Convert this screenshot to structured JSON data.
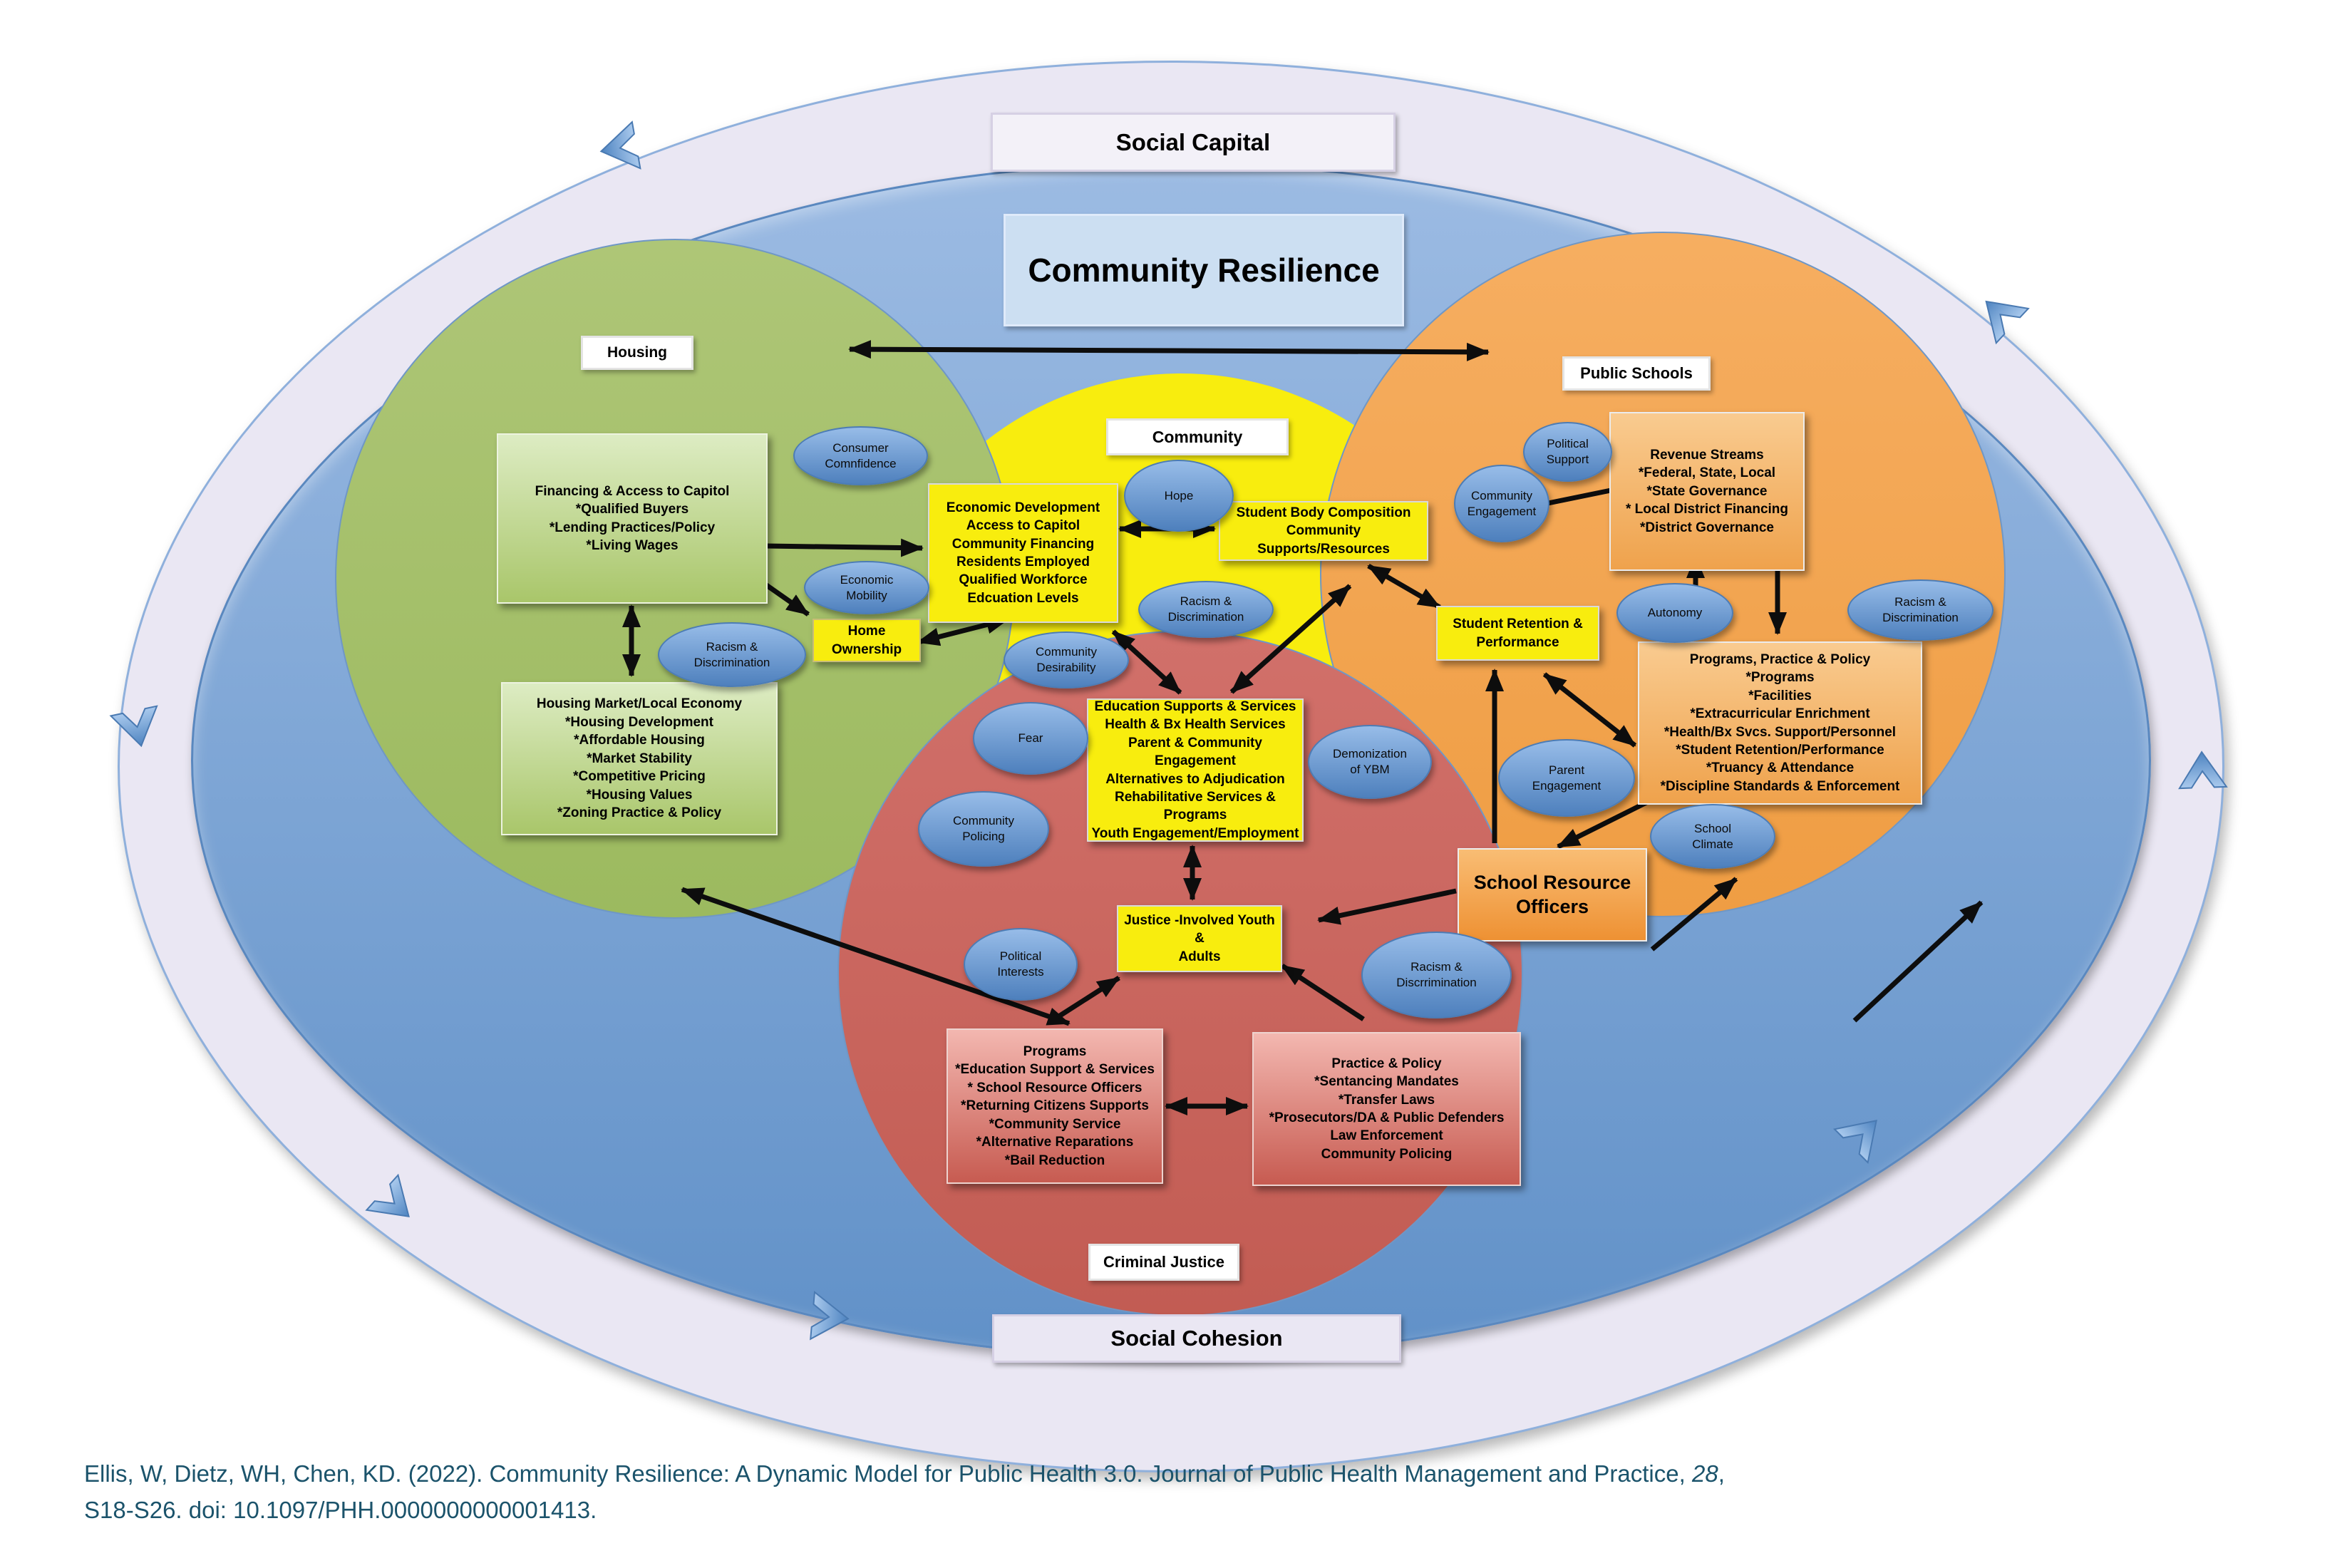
{
  "colors": {
    "ring": "#eae7f3",
    "inner_ellipse": "#6f9fd3",
    "housing_circle": "#a5c16c",
    "schools_circle": "#f3a556",
    "justice_circle": "#cc675e",
    "community_circle": "#f8ed0e",
    "node_ellipse": "#6f9fd8",
    "title_box": "#ccdff2",
    "citation_text": "#1b536b",
    "arrow": "#0d0d0d"
  },
  "outer": {
    "social_capital": "Social Capital",
    "social_cohesion": "Social Cohesion"
  },
  "title": "Community Resilience",
  "region_labels": {
    "housing": "Housing",
    "public_schools": "Public Schools",
    "community": "Community",
    "criminal_justice": "Criminal Justice"
  },
  "boxes": {
    "financing": {
      "lines": [
        "Financing & Access to Capitol",
        "*Qualified Buyers",
        "*Lending Practices/Policy",
        "*Living Wages"
      ]
    },
    "housing_market": {
      "lines": [
        "Housing Market/Local Economy",
        "*Housing Development",
        "*Affordable Housing",
        "*Market Stability",
        "*Competitive Pricing",
        "*Housing Values",
        "*Zoning Practice & Policy"
      ]
    },
    "econ_dev": {
      "lines": [
        "Economic Development",
        "Access to Capitol",
        "Community Financing",
        "Residents Employed",
        "Qualified Workforce",
        "Edcuation Levels"
      ]
    },
    "home_ownership": {
      "lines": [
        "Home",
        "Ownership"
      ]
    },
    "student_body": {
      "lines": [
        "Student Body Composition",
        "Community Supports/Resources"
      ]
    },
    "student_retention": {
      "lines": [
        "Student Retention &",
        "Performance"
      ]
    },
    "education_supports": {
      "lines": [
        "Education Supports & Services",
        "Health & Bx Health Services",
        "Parent & Community Engagement",
        "Alternatives to Adjudication",
        "Rehabilitative Services & Programs",
        "Youth Engagement/Employment"
      ]
    },
    "justice_involved": {
      "lines": [
        "Justice -Involved Youth",
        "&",
        "Adults"
      ]
    },
    "revenue": {
      "lines": [
        "Revenue Streams",
        "*Federal, State, Local",
        "*State Governance",
        "* Local District Financing",
        "*District Governance"
      ]
    },
    "programs_pp": {
      "lines": [
        "Programs, Practice & Policy",
        "*Programs",
        "*Facilities",
        "*Extracurricular Enrichment",
        "*Health/Bx Svcs. Support/Personnel",
        "*Student Retention/Performance",
        "*Truancy & Attendance",
        "*Discipline Standards & Enforcement"
      ]
    },
    "sro": {
      "lines": [
        "School  Resource",
        "Officers"
      ]
    },
    "programs_cj": {
      "lines": [
        "Programs",
        "*Education Support & Services",
        "* School Resource Officers",
        "*Returning Citizens Supports",
        "*Community Service",
        "*Alternative Reparations",
        "*Bail Reduction"
      ]
    },
    "practice_policy": {
      "lines": [
        "Practice & Policy",
        "*Sentancing Mandates",
        "*Transfer Laws",
        "*Prosecutors/DA & Public Defenders",
        "Law Enforcement",
        "Community Policing"
      ]
    }
  },
  "ellipses": {
    "consumer_confidence": {
      "lines": [
        "Consumer",
        "Comnfidence"
      ]
    },
    "economic_mobility": {
      "lines": [
        "Economic",
        "Mobility"
      ]
    },
    "racism_housing": {
      "lines": [
        "Racism &",
        "Discrimination"
      ]
    },
    "hope": {
      "lines": [
        "Hope"
      ]
    },
    "racism_community": {
      "lines": [
        "Racism &",
        "Discrimination"
      ]
    },
    "community_desirability": {
      "lines": [
        "Community",
        "Desirability"
      ]
    },
    "fear": {
      "lines": [
        "Fear"
      ]
    },
    "community_policing": {
      "lines": [
        "Community",
        "Policing"
      ]
    },
    "political_interests": {
      "lines": [
        "Political",
        "Interests"
      ]
    },
    "political_support": {
      "lines": [
        "Political",
        "Support"
      ]
    },
    "community_engagement": {
      "lines": [
        "Community",
        "Engagement"
      ]
    },
    "autonomy": {
      "lines": [
        "Autonomy"
      ]
    },
    "racism_schools": {
      "lines": [
        "Racism &",
        "Discrimination"
      ]
    },
    "parent_engagement": {
      "lines": [
        "Parent",
        "Engagement"
      ]
    },
    "school_climate": {
      "lines": [
        "School",
        "Climate"
      ]
    },
    "demonization": {
      "lines": [
        "Demonization",
        "of YBM"
      ]
    },
    "racism_cj": {
      "lines": [
        "Racism &",
        "Discrrimination"
      ]
    }
  },
  "citation": {
    "line1": "Ellis, W, Dietz, WH, Chen, KD. (2022). Community Resilience: A Dynamic Model for Public Health 3.0. Journal of Public Health Management and Practice, ",
    "volume": "28",
    "line1_end": ",",
    "line2": "S18-S26. doi: 10.1097/PHH.0000000000001413."
  }
}
